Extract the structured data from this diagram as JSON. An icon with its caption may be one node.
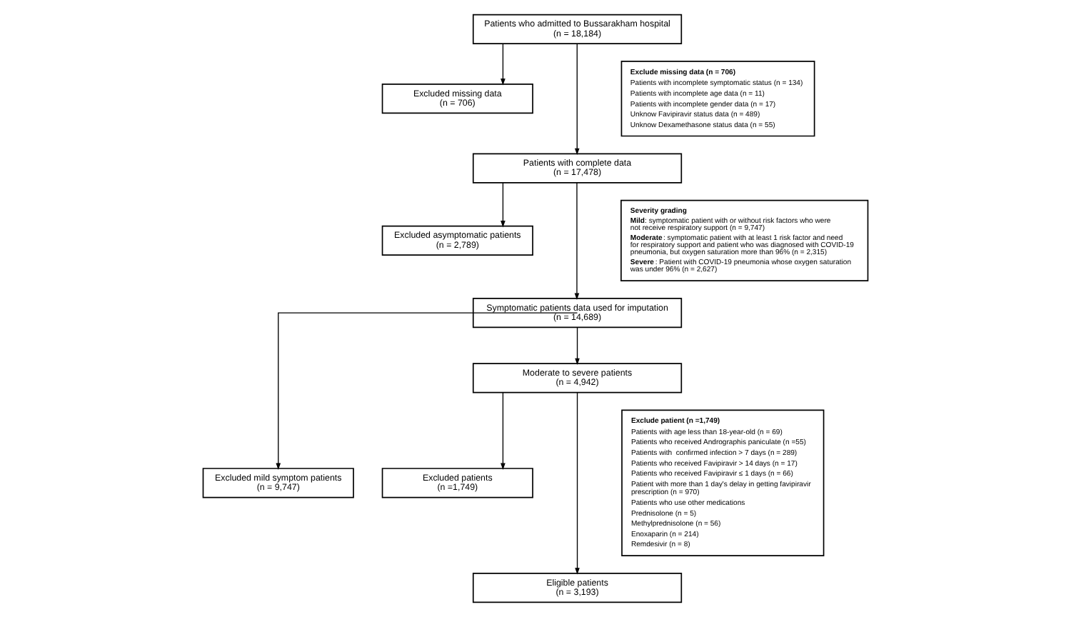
{
  "diagram": {
    "nodes": [
      {
        "text": [
          "Patients who admitted to Bussarakham hospital",
          "(n = 18,184)"
        ]
      },
      {
        "text": [
          "Excluded missing data",
          "(n = 706)"
        ]
      },
      {
        "text": [
          "Exclude missing data (n = 706)",
          "Patients with incomplete symptomatic status (n = 134)",
          "Patients with incomplete age data (n = 11)",
          "Patients with incomplete gender data (n = 17)",
          "Unknow Favipiravir status data (n = 489)",
          "Unknow Dexamethasone status data (n = 55)"
        ]
      },
      {
        "text": [
          "Patients with complete data",
          "(n = 17,478)"
        ]
      },
      {
        "text": [
          "Excluded asymptomatic patients",
          "(n = 2,789)"
        ]
      },
      {
        "text": [
          "Severity grading",
          "**Mild**: symptomatic patient with or without risk factors who were not receive respiratory support (n = 9,747)",
          "**Moderate**: symptomatic patient with at least 1 risk factor and need for respiratory support and patient who was diagnosed with COVID-19 pneumonia, but oxygen saturation more than 96% (n = 2,315)",
          "**Severe**: Patient with COVID-19 pneumonia whose oxygen saturation was under 96% (n = 2,627)"
        ]
      },
      {
        "text": [
          "Symptomatic patients data used for imputation",
          "(n = 14,689)"
        ]
      },
      {
        "text": [
          "Excluded mild symptom patients",
          "(n = 9,747)"
        ]
      },
      {
        "text": [
          "Moderate to severe patients",
          "(n = 4,942)"
        ]
      },
      {
        "text": [
          "Excluded patients",
          "(n =1,749)"
        ]
      },
      {
        "text": [
          "Exclude patient (n =1,749)",
          "Patients with age less than 18-year-old (n = 69)",
          "Patients who received Andrographis paniculate (n =55)",
          "Patients with  confirmed infection > 7 days (n = 289)",
          "Patients who received Favipiravir > 14 days (n = 17)",
          "Patients who received Favipiravir ≤ 1 days (n = 66)",
          "Patient with more than 1 day's delay in getting favipiravir prescription (n = 970)",
          "Patients who use other medications",
          "Prednisolone (n = 5)",
          "Methylprednisolone (n = 56)",
          "Enoxaparin (n = 214)",
          "Remdesivir (n = 8)"
        ]
      },
      {
        "text": [
          "Eligible patients",
          "(n = 3,193)"
        ]
      }
    ],
    "edges": [
      {
        "from": 0,
        "to": 3,
        "arrow": "to"
      },
      {
        "from": 0,
        "to": 1,
        "arrow": "to"
      },
      {
        "from": 3,
        "to": 6,
        "arrow": "to"
      },
      {
        "from": 3,
        "to": 4,
        "arrow": "to"
      },
      {
        "from": 6,
        "to": 8,
        "arrow": "to"
      },
      {
        "from": 6,
        "to": 7,
        "arrow": "to"
      },
      {
        "from": 8,
        "to": 11,
        "arrow": "to"
      },
      {
        "from": 8,
        "to": 9,
        "arrow": "to"
      }
    ]
  }
}
